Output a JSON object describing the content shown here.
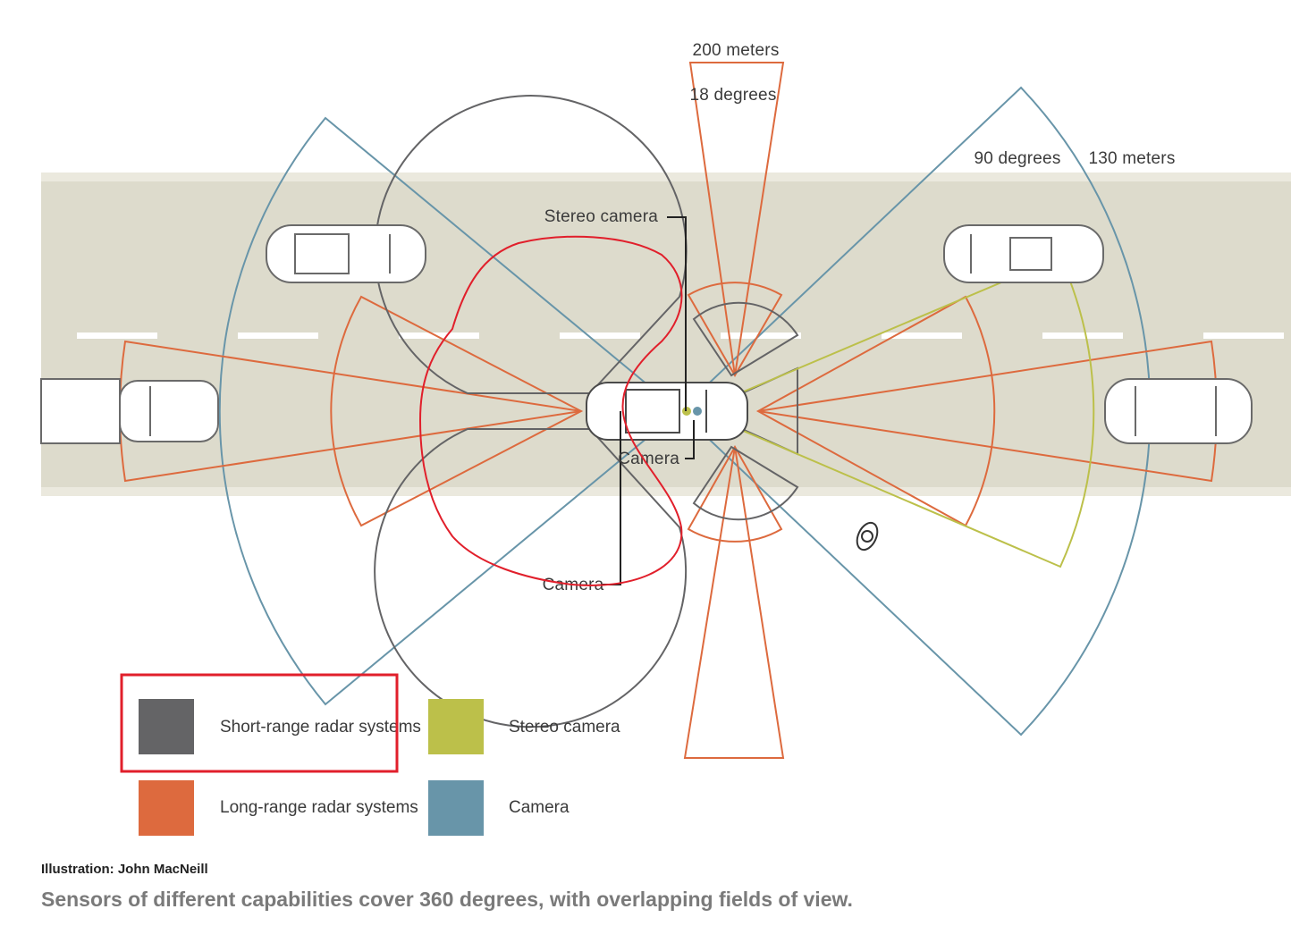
{
  "labels": {
    "range_top": "200 meters",
    "angle_top": "18 degrees",
    "angle_right": "90 degrees",
    "range_right": "130 meters",
    "stereo_camera": "Stereo camera",
    "camera_front": "Camera",
    "camera_rear": "Camera"
  },
  "legend": [
    {
      "label": "Short-range radar systems",
      "color": "#646466"
    },
    {
      "label": "Stereo camera",
      "color": "#bcc04a"
    },
    {
      "label": "Long-range radar systems",
      "color": "#dd6a3e"
    },
    {
      "label": "Camera",
      "color": "#6895a9"
    }
  ],
  "credit": "Illustration: John MacNeill",
  "caption": "Sensors of different capabilities cover 360 degrees, with overlapping fields of view.",
  "colors": {
    "road": "#dddbcc",
    "short_range_radar": "#646466",
    "long_range_radar": "#dd6a3e",
    "stereo_camera": "#bcc04a",
    "camera": "#6895a9",
    "annotation_red": "#e11f2b"
  }
}
